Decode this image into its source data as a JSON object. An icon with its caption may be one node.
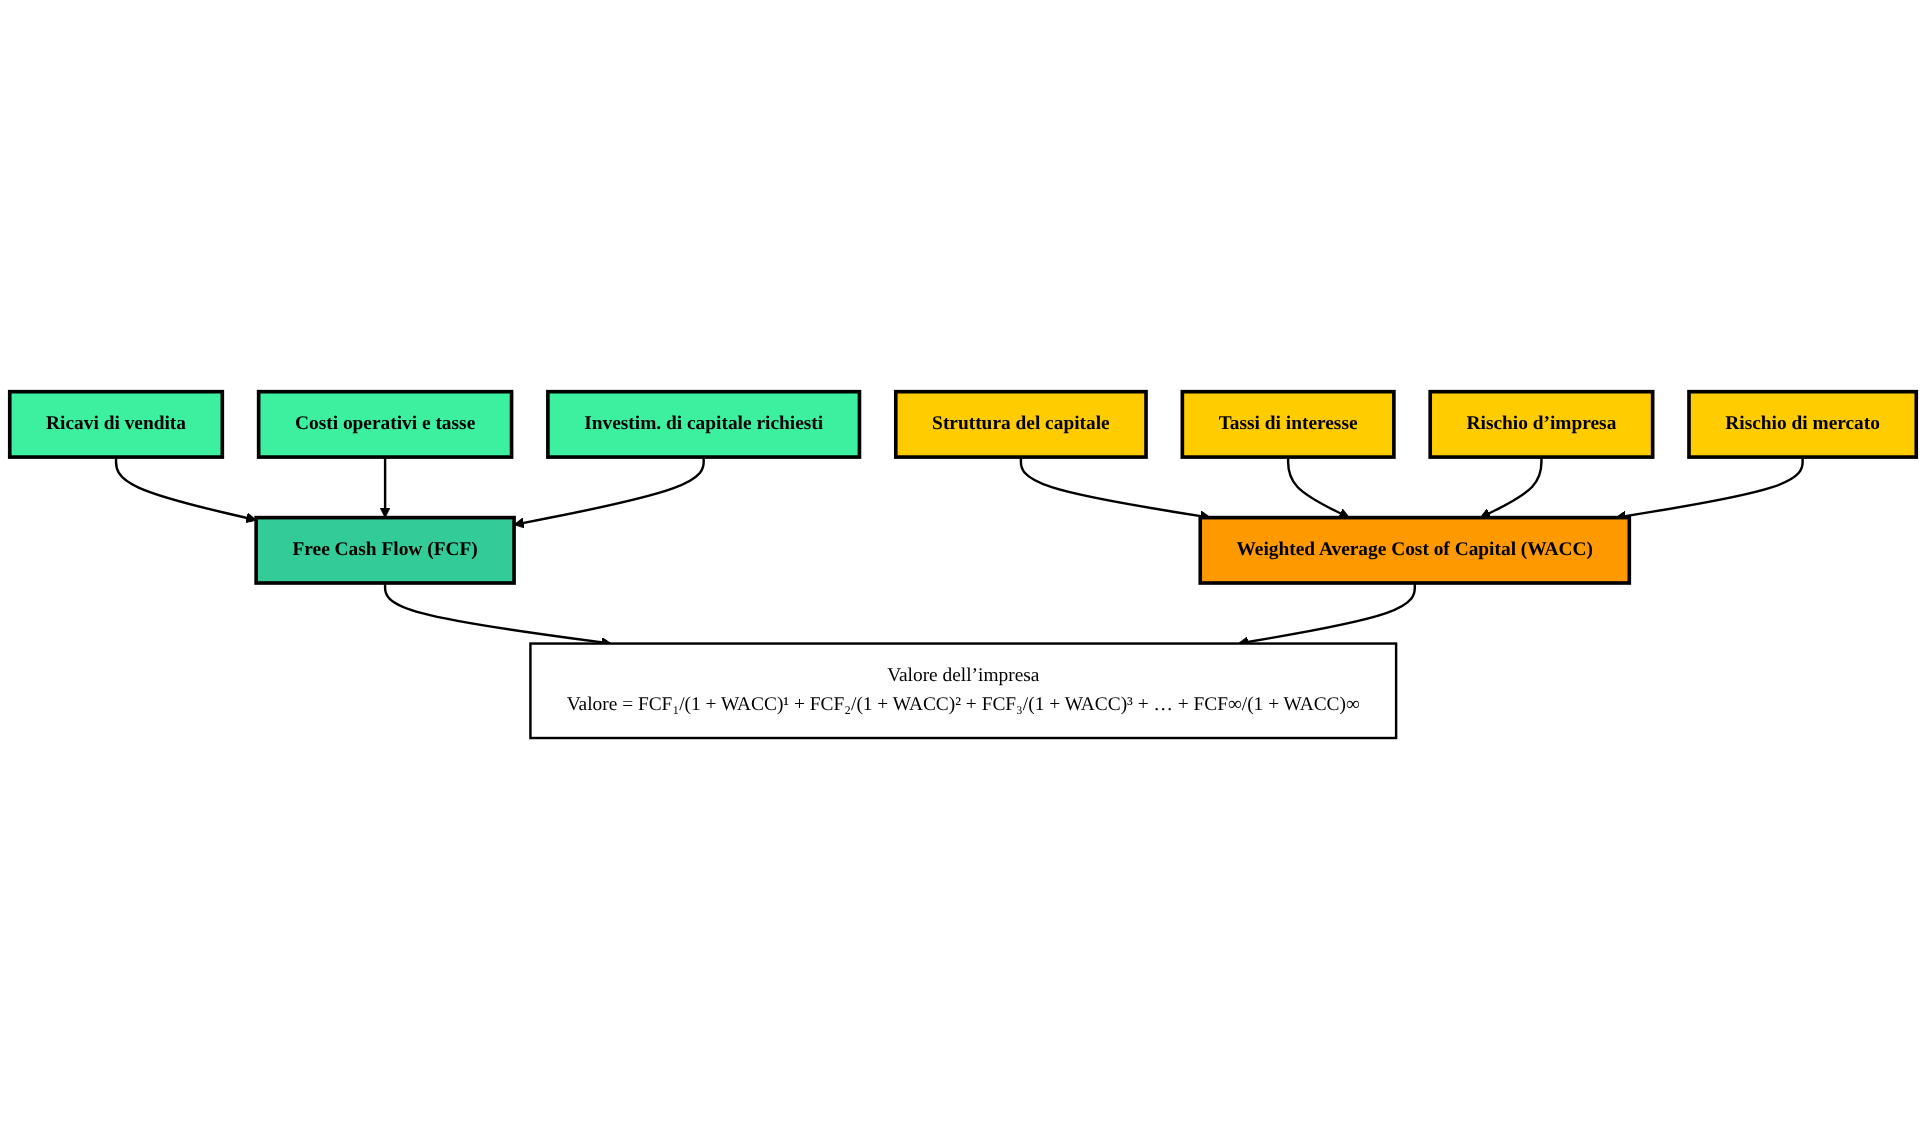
{
  "diagram": {
    "nodes": [
      {
        "text": [
          "Ricavi di vendita"
        ]
      },
      {
        "text": [
          "Costi operativi e tasse"
        ]
      },
      {
        "text": [
          "Investim. di capitale richiesti"
        ]
      },
      {
        "text": [
          "Struttura del capitale"
        ]
      },
      {
        "text": [
          "Tassi di interesse"
        ]
      },
      {
        "text": [
          "Rischio d’impresa"
        ]
      },
      {
        "text": [
          "Rischio di mercato"
        ]
      },
      {
        "text": [
          "Free Cash Flow (FCF)"
        ]
      },
      {
        "text": [
          "Weighted Average Cost of Capital (WACC)"
        ]
      },
      {
        "text": [
          "Valore dell’impresa",
          "Valore = FCF₁/(1 + WACC)¹ + FCF₂/(1 + WACC)² + FCF₃/(1 + WACC)³ + … + FCF∞/(1 + WACC)∞"
        ]
      }
    ],
    "edges": [
      {
        "from": 0,
        "to": 7,
        "arrow": "to"
      },
      {
        "from": 1,
        "to": 7,
        "arrow": "to"
      },
      {
        "from": 2,
        "to": 7,
        "arrow": "to"
      },
      {
        "from": 3,
        "to": 8,
        "arrow": "to"
      },
      {
        "from": 4,
        "to": 8,
        "arrow": "to"
      },
      {
        "from": 5,
        "to": 8,
        "arrow": "to"
      },
      {
        "from": 6,
        "to": 8,
        "arrow": "to"
      },
      {
        "from": 7,
        "to": 9,
        "arrow": "to"
      },
      {
        "from": 8,
        "to": 9,
        "arrow": "to"
      }
    ]
  }
}
